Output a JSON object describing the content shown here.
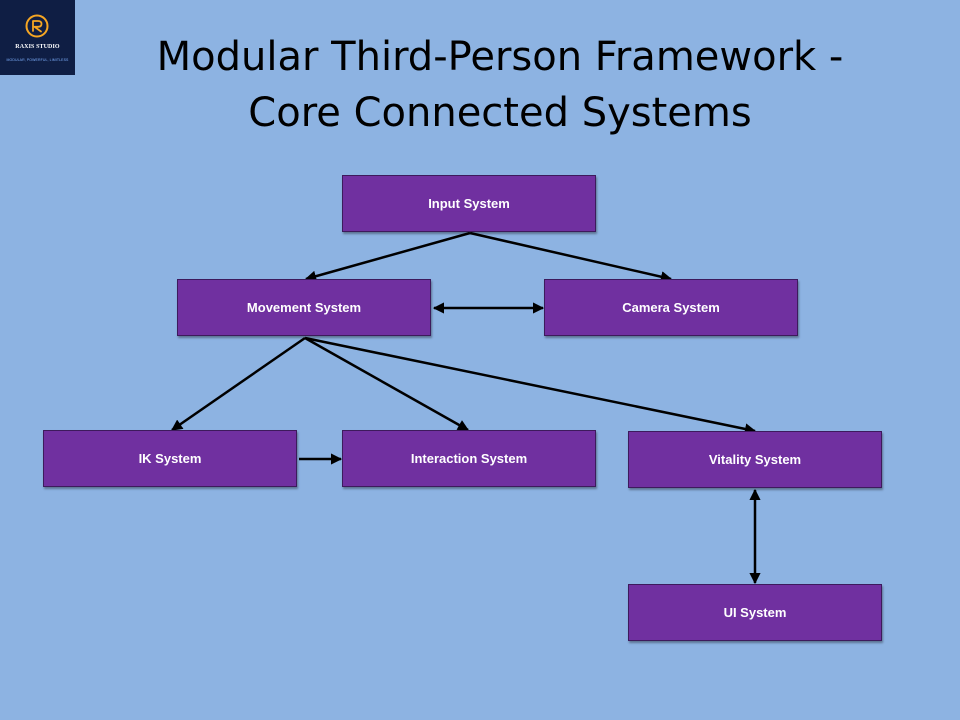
{
  "logo": {
    "name": "RAXIS STUDIO",
    "tagline": "MODULAR, POWERFUL, LIMITLESS",
    "color": "#f5a623",
    "background": "#0f1e44"
  },
  "title": {
    "line1": "Modular Third-Person Framework -",
    "line2": "Core Connected Systems"
  },
  "colors": {
    "background": "#8db3e2",
    "node_fill": "#7030a0",
    "node_text": "#ffffff",
    "edge": "#000000"
  },
  "nodes": {
    "input": "Input System",
    "movement": "Movement System",
    "camera": "Camera System",
    "ik": "IK System",
    "interaction": "Interaction System",
    "vitality": "Vitality System",
    "ui": "UI System"
  },
  "edges": [
    {
      "from": "input",
      "to": "movement",
      "direction": "forward"
    },
    {
      "from": "input",
      "to": "camera",
      "direction": "forward"
    },
    {
      "from": "movement",
      "to": "camera",
      "direction": "both"
    },
    {
      "from": "movement",
      "to": "ik",
      "direction": "forward"
    },
    {
      "from": "movement",
      "to": "interaction",
      "direction": "forward"
    },
    {
      "from": "movement",
      "to": "vitality",
      "direction": "forward"
    },
    {
      "from": "ik",
      "to": "interaction",
      "direction": "forward"
    },
    {
      "from": "vitality",
      "to": "ui",
      "direction": "both"
    }
  ]
}
